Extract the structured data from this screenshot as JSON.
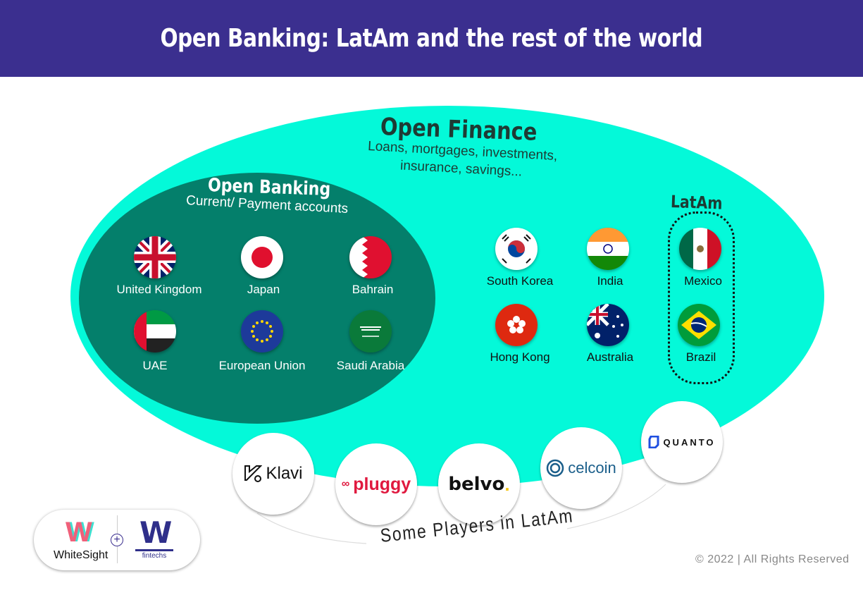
{
  "header": {
    "title": "Open Banking: LatAm and the rest of the world"
  },
  "colors": {
    "header": "#3b2f8f",
    "open_finance": "#04f9d9",
    "open_banking": "#047f6b"
  },
  "open_finance": {
    "title": "Open Finance",
    "subtitle_line1": "Loans, mortgages, investments,",
    "subtitle_line2": "insurance, savings...",
    "countries": [
      {
        "name": "South Korea",
        "icon": "south-korea-flag"
      },
      {
        "name": "India",
        "icon": "india-flag"
      },
      {
        "name": "Hong Kong",
        "icon": "hong-kong-flag"
      },
      {
        "name": "Australia",
        "icon": "australia-flag"
      }
    ]
  },
  "open_banking": {
    "title": "Open Banking",
    "subtitle": "Current/ Payment accounts",
    "countries": [
      {
        "name": "United Kingdom",
        "icon": "uk-flag"
      },
      {
        "name": "Japan",
        "icon": "japan-flag"
      },
      {
        "name": "Bahrain",
        "icon": "bahrain-flag"
      },
      {
        "name": "UAE",
        "icon": "uae-flag"
      },
      {
        "name": "European Union",
        "icon": "eu-flag"
      },
      {
        "name": "Saudi Arabia",
        "icon": "saudi-flag"
      }
    ]
  },
  "latam": {
    "title": "LatAm",
    "countries": [
      {
        "name": "Mexico",
        "icon": "mexico-flag"
      },
      {
        "name": "Brazil",
        "icon": "brazil-flag"
      }
    ]
  },
  "players": {
    "caption": "Some Players in LatAm",
    "items": [
      "Klavi",
      "pluggy",
      "belvo",
      "celcoin",
      "QUANTO"
    ]
  },
  "logos": {
    "whitesight": "WhiteSight",
    "wfintechs": "fintechs",
    "plus": "+"
  },
  "footer": {
    "copyright": "© 2022 | All Rights Reserved"
  }
}
